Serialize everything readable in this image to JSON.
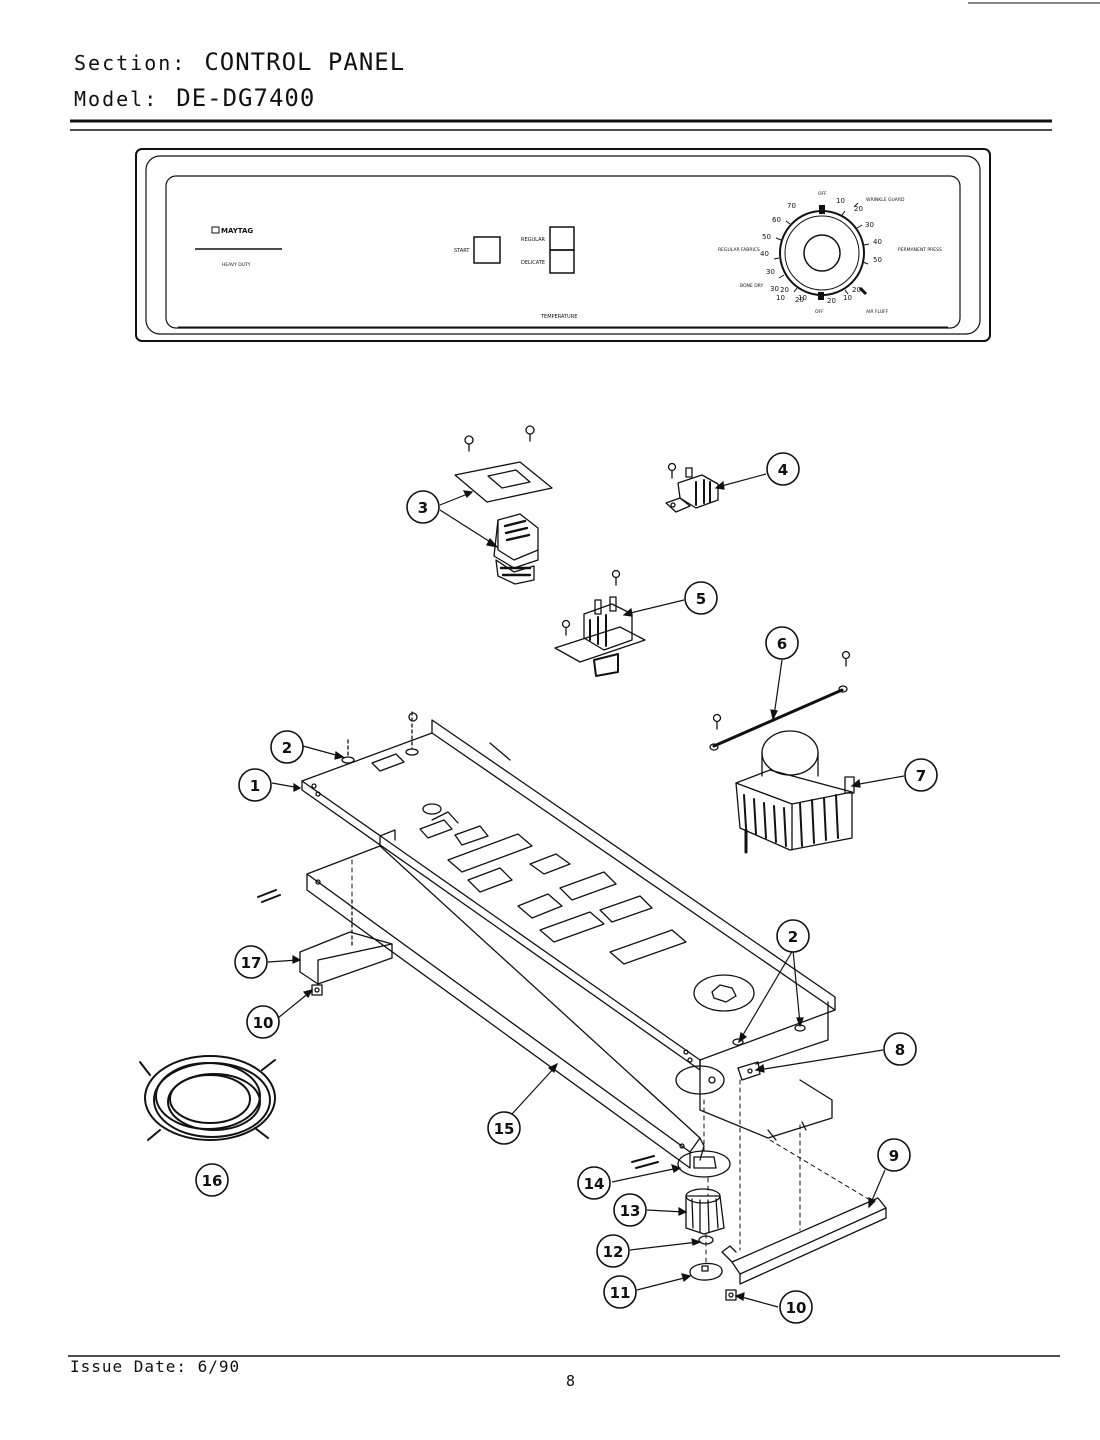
{
  "header": {
    "section_label": "Section:",
    "section_value": "CONTROL PANEL",
    "model_label": "Model:",
    "model_value": "DE-DG7400"
  },
  "panel": {
    "brand": "MAYTAG",
    "subtitle": "HEAVY DUTY",
    "start_label": "START",
    "regular_label": "REGULAR",
    "delicate_label": "DELICATE",
    "temperature_label": "TEMPERATURE",
    "regular_fabrics_label": "REGULAR FABRICS",
    "permanent_press_label": "PERMANENT PRESS",
    "wrinkle_guard_label": "WRINKLE GUARD",
    "bone_dry_label": "BONE DRY",
    "air_fluff_label": "AIR FLUFF",
    "off_label": "OFF",
    "dial_numbers": [
      "70",
      "60",
      "50",
      "40",
      "30",
      "20",
      "10",
      "20",
      "30",
      "40",
      "50",
      "10",
      "20",
      "30",
      "20",
      "10",
      "10",
      "20"
    ]
  },
  "callouts": [
    "1",
    "2",
    "2",
    "3",
    "4",
    "5",
    "6",
    "7",
    "8",
    "9",
    "10",
    "10",
    "11",
    "12",
    "13",
    "14",
    "15",
    "16",
    "17"
  ],
  "footer": {
    "issue_date": "Issue Date: 6/90",
    "page_number": "8"
  }
}
